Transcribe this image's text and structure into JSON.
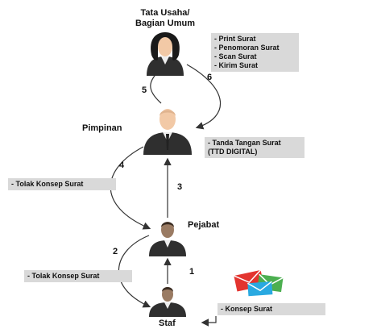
{
  "roles": {
    "tata_usaha": {
      "line1": "Tata Usaha/",
      "line2": "Bagian Umum"
    },
    "pimpinan": "Pimpinan",
    "pejabat": "Pejabat",
    "staf": "Staf"
  },
  "notes": {
    "tata_usaha": [
      "- Print Surat",
      "- Penomoran Surat",
      "- Scan Surat",
      "- Kirim Surat"
    ],
    "pimpinan": [
      "- Tanda Tangan Surat",
      "(TTD DIGITAL)"
    ],
    "tolak_1": "- Tolak Konsep Surat",
    "tolak_2": "- Tolak Konsep Surat",
    "konsep": "- Konsep Surat"
  },
  "steps": [
    "1",
    "2",
    "3",
    "4",
    "5",
    "6"
  ],
  "colors": {
    "suit": "#2f2f2f",
    "hair_female": "#1a1a1a",
    "skin": "#f2c9a6",
    "note_bg": "#d9d9d9",
    "arrow": "#333333"
  },
  "icons": [
    "female-person-icon",
    "male-person-icon",
    "envelopes-icon"
  ]
}
